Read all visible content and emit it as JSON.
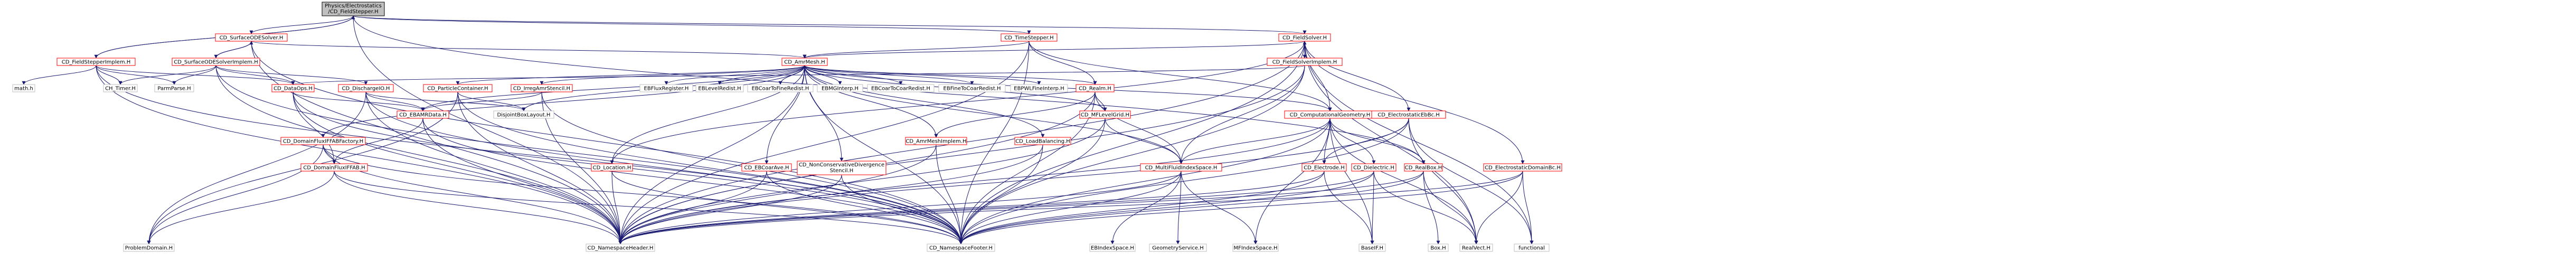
{
  "diagram": {
    "title": "",
    "colors": {
      "edge": "#191970",
      "root_fill": "#bfbfbf",
      "root_border": "#000000",
      "internal_border": "#ff0000",
      "external_border": "#bfbfbf",
      "fill": "#ffffff"
    },
    "nodes": [
      {
        "id": "root",
        "label": "Physics/Electrostatics",
        "label2": "/CD_FieldStepper.H",
        "kind": "root"
      },
      {
        "id": "fsimpl",
        "label": "CD_FieldStepperImplem.H",
        "kind": "internal"
      },
      {
        "id": "sodeh",
        "label": "CD_SurfaceODESolver.H",
        "kind": "internal"
      },
      {
        "id": "tsh",
        "label": "CD_TimeStepper.H",
        "kind": "internal"
      },
      {
        "id": "fsolver",
        "label": "CD_FieldSolver.H",
        "kind": "internal"
      },
      {
        "id": "mathh",
        "label": "math.h",
        "kind": "external"
      },
      {
        "id": "sodeimpl",
        "label": "CD_SurfaceODESolverImplem.H",
        "kind": "internal"
      },
      {
        "id": "fsolverimpl",
        "label": "CD_FieldSolverImplem.H",
        "kind": "internal"
      },
      {
        "id": "amrmesh",
        "label": "CD_AmrMesh.H",
        "kind": "internal"
      },
      {
        "id": "chtimer",
        "label": "CH_Timer.H",
        "kind": "external"
      },
      {
        "id": "parmparse",
        "label": "ParmParse.H",
        "kind": "external"
      },
      {
        "id": "dataops",
        "label": "CD_DataOps.H",
        "kind": "internal"
      },
      {
        "id": "discharge",
        "label": "CD_DischargeIO.H",
        "kind": "internal"
      },
      {
        "id": "particlecont",
        "label": "CD_ParticleContainer.H",
        "kind": "internal"
      },
      {
        "id": "irregamr",
        "label": "CD_IrregAmrStencil.H",
        "kind": "internal"
      },
      {
        "id": "ebfluxreg",
        "label": "EBFluxRegister.H",
        "kind": "external"
      },
      {
        "id": "eblevelredist",
        "label": "EBLevelRedist.H",
        "kind": "external"
      },
      {
        "id": "ebcoartofine",
        "label": "EBCoarToFineRedist.H",
        "kind": "external"
      },
      {
        "id": "ebmginterp",
        "label": "EBMGInterp.H",
        "kind": "external"
      },
      {
        "id": "ebcoartocoar",
        "label": "EBCoarToCoarRedist.H",
        "kind": "external"
      },
      {
        "id": "ebfinetocoar",
        "label": "EBFineToCoarRedist.H",
        "kind": "external"
      },
      {
        "id": "ebpwl",
        "label": "EBPWLFineInterp.H",
        "kind": "external"
      },
      {
        "id": "realm",
        "label": "CD_Realm.H",
        "kind": "internal"
      },
      {
        "id": "compgeom",
        "label": "CD_ComputationalGeometry.H",
        "kind": "internal"
      },
      {
        "id": "electroebbc",
        "label": "CD_ElectrostaticEbBc.H",
        "kind": "internal"
      },
      {
        "id": "domainflux",
        "label": "CD_DomainFluxIFFABFactory.H",
        "kind": "internal"
      },
      {
        "id": "ebammrdata",
        "label": "CD_EBAMRData.H",
        "kind": "internal"
      },
      {
        "id": "disjoint",
        "label": "DisjointBoxLayout.H",
        "kind": "external"
      },
      {
        "id": "amrmeshimpl",
        "label": "CD_AmrMeshImplem.H",
        "kind": "internal"
      },
      {
        "id": "loadbal",
        "label": "CD_LoadBalancing.H",
        "kind": "internal"
      },
      {
        "id": "mfleveld",
        "label": "CD_MFLevelGrid.H",
        "kind": "internal"
      },
      {
        "id": "electrode",
        "label": "CD_Electrode.H",
        "kind": "internal"
      },
      {
        "id": "dielectric",
        "label": "CD_Dielectric.H",
        "kind": "internal"
      },
      {
        "id": "realbox",
        "label": "CD_RealBox.H",
        "kind": "internal"
      },
      {
        "id": "electrodomain",
        "label": "CD_ElectrostaticDomainBc.H",
        "kind": "internal"
      },
      {
        "id": "domainfluxfab",
        "label": "CD_DomainFluxIFFAB.H",
        "kind": "internal"
      },
      {
        "id": "location",
        "label": "CD_Location.H",
        "kind": "internal"
      },
      {
        "id": "ebcoarave",
        "label": "CD_EBCoarAve.H",
        "kind": "internal"
      },
      {
        "id": "nonconserv",
        "label": "CD_NonConservativeDivergence",
        "label2": "Stencil.H",
        "kind": "internal"
      },
      {
        "id": "multifluid",
        "label": "CD_MultiFluidIndexSpace.H",
        "kind": "internal"
      },
      {
        "id": "problemdomain",
        "label": "ProblemDomain.H",
        "kind": "external"
      },
      {
        "id": "nsheader",
        "label": "CD_NamespaceHeader.H",
        "kind": "external"
      },
      {
        "id": "nsfooter",
        "label": "CD_NamespaceFooter.H",
        "kind": "external"
      },
      {
        "id": "ebindex",
        "label": "EBIndexSpace.H",
        "kind": "external"
      },
      {
        "id": "geomservice",
        "label": "GeometryService.H",
        "kind": "external"
      },
      {
        "id": "mfindex",
        "label": "MFIndexSpace.H",
        "kind": "external"
      },
      {
        "id": "baseif",
        "label": "BaseIF.H",
        "kind": "external"
      },
      {
        "id": "boxh",
        "label": "Box.H",
        "kind": "external"
      },
      {
        "id": "realvect",
        "label": "RealVect.H",
        "kind": "external"
      },
      {
        "id": "functional",
        "label": "functional",
        "kind": "external"
      }
    ],
    "edges": [
      [
        "root",
        "fsimpl"
      ],
      [
        "root",
        "sodeh"
      ],
      [
        "root",
        "tsh"
      ],
      [
        "root",
        "fsolver"
      ],
      [
        "root",
        "nsheader"
      ],
      [
        "root",
        "realbox"
      ],
      [
        "fsimpl",
        "root"
      ],
      [
        "fsimpl",
        "mathh"
      ],
      [
        "fsimpl",
        "chtimer"
      ],
      [
        "fsimpl",
        "parmparse"
      ],
      [
        "fsimpl",
        "dataops"
      ],
      [
        "fsimpl",
        "nsheader"
      ],
      [
        "fsimpl",
        "nsfooter"
      ],
      [
        "sodeh",
        "sodeimpl"
      ],
      [
        "sodeh",
        "amrmesh"
      ],
      [
        "sodeh",
        "nsheader"
      ],
      [
        "sodeh",
        "nsfooter"
      ],
      [
        "sodeimpl",
        "sodeh"
      ],
      [
        "sodeimpl",
        "chtimer"
      ],
      [
        "sodeimpl",
        "parmparse"
      ],
      [
        "sodeimpl",
        "dataops"
      ],
      [
        "sodeimpl",
        "discharge"
      ],
      [
        "sodeimpl",
        "nsheader"
      ],
      [
        "sodeimpl",
        "nsfooter"
      ],
      [
        "tsh",
        "amrmesh"
      ],
      [
        "tsh",
        "compgeom"
      ],
      [
        "tsh",
        "nsheader"
      ],
      [
        "tsh",
        "nsfooter"
      ],
      [
        "tsh",
        "realm"
      ],
      [
        "fsolver",
        "fsolverimpl"
      ],
      [
        "fsolver",
        "amrmesh"
      ],
      [
        "fsolver",
        "compgeom"
      ],
      [
        "fsolver",
        "electroebbc"
      ],
      [
        "fsolver",
        "electrodomain"
      ],
      [
        "fsolver",
        "realvect"
      ],
      [
        "fsolver",
        "nsheader"
      ],
      [
        "fsolver",
        "nsfooter"
      ],
      [
        "fsolver",
        "functional"
      ],
      [
        "fsolver",
        "location"
      ],
      [
        "fsolverimpl",
        "fsolver"
      ],
      [
        "fsolverimpl",
        "dataops"
      ],
      [
        "fsolverimpl",
        "multifluid"
      ],
      [
        "fsolverimpl",
        "nsheader"
      ],
      [
        "fsolverimpl",
        "nsfooter"
      ],
      [
        "amrmesh",
        "particlecont"
      ],
      [
        "amrmesh",
        "irregamr"
      ],
      [
        "amrmesh",
        "ebfluxreg"
      ],
      [
        "amrmesh",
        "eblevelredist"
      ],
      [
        "amrmesh",
        "ebcoartofine"
      ],
      [
        "amrmesh",
        "ebmginterp"
      ],
      [
        "amrmesh",
        "ebcoartocoar"
      ],
      [
        "amrmesh",
        "ebfinetocoar"
      ],
      [
        "amrmesh",
        "ebpwl"
      ],
      [
        "amrmesh",
        "realm"
      ],
      [
        "amrmesh",
        "compgeom"
      ],
      [
        "amrmesh",
        "ebammrdata"
      ],
      [
        "amrmesh",
        "amrmeshimpl"
      ],
      [
        "amrmesh",
        "loadbal"
      ],
      [
        "amrmesh",
        "mfleveld"
      ],
      [
        "amrmesh",
        "multifluid"
      ],
      [
        "amrmesh",
        "domainflux"
      ],
      [
        "amrmesh",
        "ebcoarave"
      ],
      [
        "amrmesh",
        "nonconserv"
      ],
      [
        "amrmesh",
        "nsheader"
      ],
      [
        "amrmesh",
        "nsfooter"
      ],
      [
        "amrmesh",
        "disjoint"
      ],
      [
        "amrmesh",
        "location"
      ],
      [
        "dataops",
        "ebammrdata"
      ],
      [
        "dataops",
        "domainfluxfab"
      ],
      [
        "dataops",
        "nsheader"
      ],
      [
        "dataops",
        "nsfooter"
      ],
      [
        "discharge",
        "ebammrdata"
      ],
      [
        "discharge",
        "disjoint"
      ],
      [
        "discharge",
        "problemdomain"
      ],
      [
        "discharge",
        "nsheader"
      ],
      [
        "discharge",
        "nsfooter"
      ],
      [
        "particlecont",
        "disjoint"
      ],
      [
        "particlecont",
        "nsheader"
      ],
      [
        "particlecont",
        "nsfooter"
      ],
      [
        "particlecont",
        "problemdomain"
      ],
      [
        "irregamr",
        "ebammrdata"
      ],
      [
        "irregamr",
        "nsheader"
      ],
      [
        "irregamr",
        "nsfooter"
      ],
      [
        "realm",
        "mfleveld"
      ],
      [
        "realm",
        "multifluid"
      ],
      [
        "realm",
        "amrmeshimpl"
      ],
      [
        "realm",
        "nsheader"
      ],
      [
        "realm",
        "nsfooter"
      ],
      [
        "mfleveld",
        "multifluid"
      ],
      [
        "mfleveld",
        "nsheader"
      ],
      [
        "mfleveld",
        "nsfooter"
      ],
      [
        "compgeom",
        "multifluid"
      ],
      [
        "compgeom",
        "electrode"
      ],
      [
        "compgeom",
        "dielectric"
      ],
      [
        "compgeom",
        "realbox"
      ],
      [
        "compgeom",
        "baseif"
      ],
      [
        "compgeom",
        "mfindex"
      ],
      [
        "compgeom",
        "realvect"
      ],
      [
        "compgeom",
        "nsheader"
      ],
      [
        "compgeom",
        "nsfooter"
      ],
      [
        "electroebbc",
        "electrode"
      ],
      [
        "electroebbc",
        "functional"
      ],
      [
        "electroebbc",
        "realvect"
      ],
      [
        "electroebbc",
        "nsheader"
      ],
      [
        "electroebbc",
        "nsfooter"
      ],
      [
        "electrodomain",
        "functional"
      ],
      [
        "electrodomain",
        "realvect"
      ],
      [
        "electrodomain",
        "nsheader"
      ],
      [
        "electrodomain",
        "nsfooter"
      ],
      [
        "domainflux",
        "domainfluxfab"
      ],
      [
        "domainflux",
        "nsheader"
      ],
      [
        "domainflux",
        "nsfooter"
      ],
      [
        "domainflux",
        "problemdomain"
      ],
      [
        "ebammrdata",
        "domainfluxfab"
      ],
      [
        "ebammrdata",
        "nsheader"
      ],
      [
        "ebammrdata",
        "nsfooter"
      ],
      [
        "domainfluxfab",
        "problemdomain"
      ],
      [
        "domainfluxfab",
        "nsheader"
      ],
      [
        "domainfluxfab",
        "nsfooter"
      ],
      [
        "amrmeshimpl",
        "nsheader"
      ],
      [
        "amrmeshimpl",
        "nsfooter"
      ],
      [
        "loadbal",
        "nsheader"
      ],
      [
        "loadbal",
        "nsfooter"
      ],
      [
        "electrode",
        "baseif"
      ],
      [
        "electrode",
        "nsheader"
      ],
      [
        "electrode",
        "nsfooter"
      ],
      [
        "dielectric",
        "baseif"
      ],
      [
        "dielectric",
        "realvect"
      ],
      [
        "dielectric",
        "nsheader"
      ],
      [
        "dielectric",
        "nsfooter"
      ],
      [
        "realbox",
        "boxh"
      ],
      [
        "realbox",
        "realvect"
      ],
      [
        "realbox",
        "nsheader"
      ],
      [
        "realbox",
        "nsfooter"
      ],
      [
        "location",
        "nsheader"
      ],
      [
        "location",
        "nsfooter"
      ],
      [
        "ebcoarave",
        "nsheader"
      ],
      [
        "ebcoarave",
        "nsfooter"
      ],
      [
        "nonconserv",
        "nsheader"
      ],
      [
        "nonconserv",
        "nsfooter"
      ],
      [
        "multifluid",
        "ebindex"
      ],
      [
        "multifluid",
        "geomservice"
      ],
      [
        "multifluid",
        "mfindex"
      ],
      [
        "multifluid",
        "nsheader"
      ],
      [
        "multifluid",
        "nsfooter"
      ]
    ]
  }
}
